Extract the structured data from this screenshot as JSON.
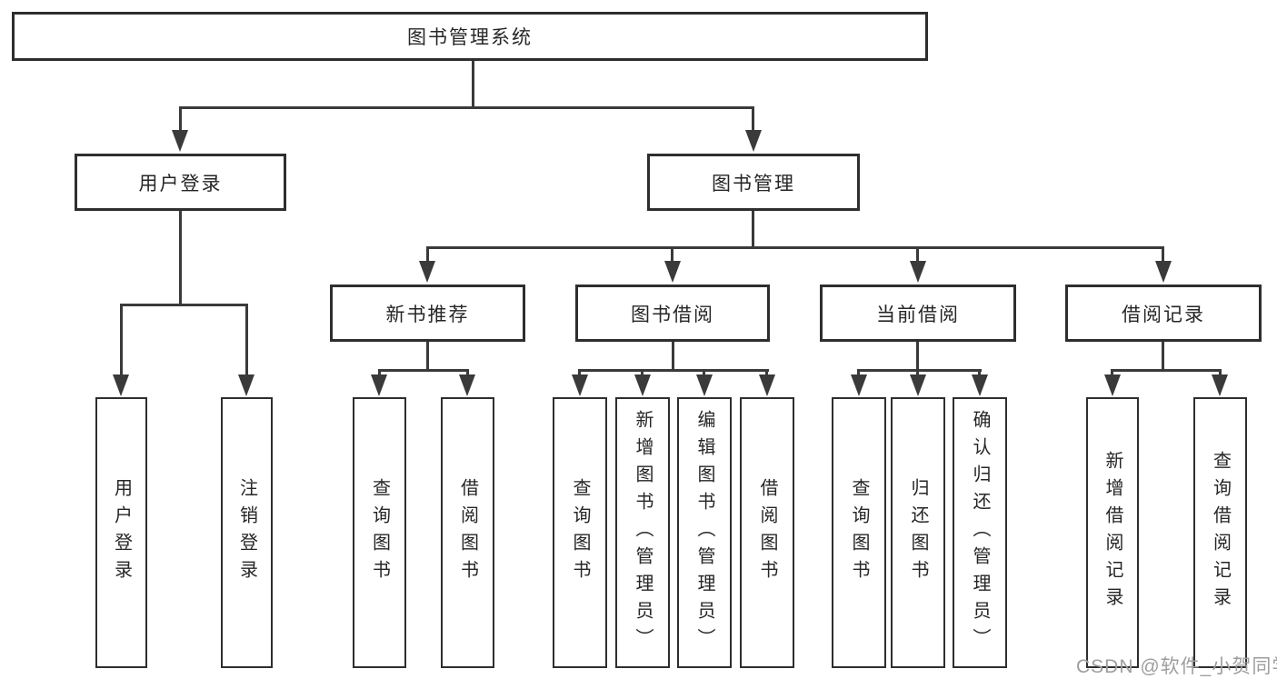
{
  "diagram": {
    "root": "图书管理系统",
    "user_login": {
      "label": "用户登录",
      "children": [
        "用户登录",
        "注销登录"
      ]
    },
    "book_management": {
      "label": "图书管理",
      "children": [
        {
          "label": "新书推荐",
          "children": [
            "查询图书",
            "借阅图书"
          ]
        },
        {
          "label": "图书借阅",
          "children": [
            "查询图书",
            "新增图书（管理员）",
            "编辑图书（管理员）",
            "借阅图书"
          ]
        },
        {
          "label": "当前借阅",
          "children": [
            "查询图书",
            "归还图书",
            "确认归还（管理员）"
          ]
        },
        {
          "label": "借阅记录",
          "children": [
            "新增借阅记录",
            "查询借阅记录"
          ]
        }
      ]
    }
  },
  "watermark": "CSDN @软件_小贺同学",
  "colors": {
    "line": "#3a3a3a",
    "box_border": "#2e2e2e",
    "text": "#262626",
    "watermark": "#9e9e9e",
    "background": "#ffffff"
  }
}
